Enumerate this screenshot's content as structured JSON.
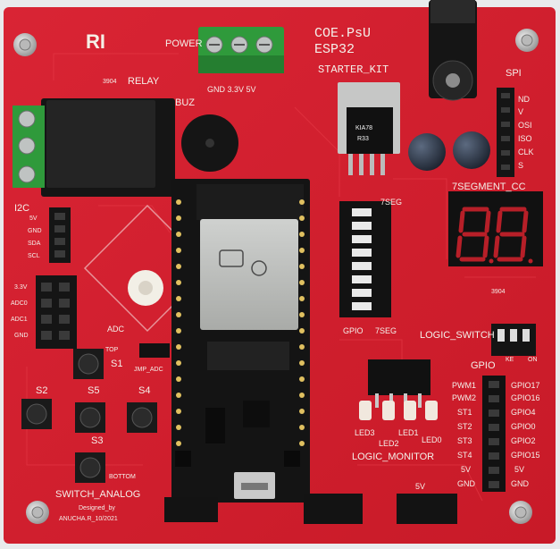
{
  "board": {
    "title_line1": "COE.PsU",
    "title_line2": "ESP32",
    "title_line3": "STARTER_KIT",
    "logo_text": "RI",
    "pcb_color": "#d8202f",
    "silk_color": "#f4f0ea"
  },
  "sections": {
    "power": "POWER",
    "power_pins": "GND 3.3V 5V",
    "relay": "RELAY",
    "relay_id": "3904",
    "buzzer": "BUZ",
    "spi": "SPI",
    "spi_pins": [
      "ND",
      "V",
      "OSI",
      "ISO",
      "CLK",
      "S"
    ],
    "i2c": "I2C",
    "i2c_pins": [
      "5V",
      "GND",
      "SDA",
      "SCL"
    ],
    "adc_pins": [
      "3.3V",
      "ADC0",
      "ADC1",
      "GND"
    ],
    "adc": "ADC",
    "sevenseg_header": "7SEG",
    "sevenseg": "7SEGMENT_CC",
    "sevenseg_id": "3904",
    "gpio_left": "GPIO",
    "sevenseg_small": "7SEG",
    "logic_switch": "LOGIC_SWITCH",
    "gpio_right": "GPIO",
    "gpio_pins": [
      "PWM1",
      "PWM2",
      "ST1",
      "ST2",
      "ST3",
      "ST4",
      "5V",
      "GND"
    ],
    "gpio_numbers": [
      "GPIO17",
      "GPIO16",
      "GPIO4",
      "GPIO0",
      "GPIO2",
      "GPIO15",
      "5V",
      "GND"
    ],
    "leds": [
      "LED3",
      "LED2",
      "LED1",
      "LED0"
    ],
    "logic_monitor": "LOGIC_MONITOR",
    "switches": [
      "S1",
      "S2",
      "S5",
      "S4",
      "S3"
    ],
    "jmp_adc": "JMP_ADC",
    "top": "TOP",
    "bottom": "BOTTOM",
    "switch_analog": "SWITCH_ANALOG",
    "designed_by": "Designed_by",
    "author": "ANUCHA.R_10/2021",
    "sv": "5V",
    "ic_label": "KIA78",
    "ic_label2": "R33",
    "onoff": "ON",
    "ke": "KE"
  }
}
